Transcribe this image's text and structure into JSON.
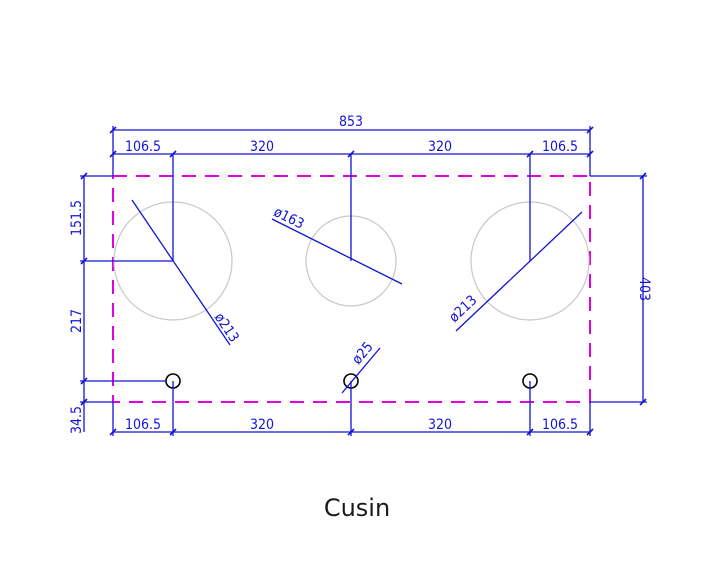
{
  "caption": "Cusin",
  "colors": {
    "dimension": "#1414d2",
    "outline": "#e000e0",
    "burner": "#c8c8c8",
    "hole": "#000000"
  },
  "dimensions": {
    "overall_width": "853",
    "top_side_left": "106.5",
    "top_spacing_left": "320",
    "top_spacing_right": "320",
    "top_side_right": "106.5",
    "bottom_side_left": "106.5",
    "bottom_spacing_left": "320",
    "bottom_spacing_right": "320",
    "bottom_side_right": "106.5",
    "left_top_offset": "151.5",
    "left_middle": "217",
    "left_bottom": "34.5",
    "right_height": "403",
    "diameter_left": "ø213",
    "diameter_center": "ø163",
    "diameter_right": "ø213",
    "diameter_hole": "ø25"
  }
}
